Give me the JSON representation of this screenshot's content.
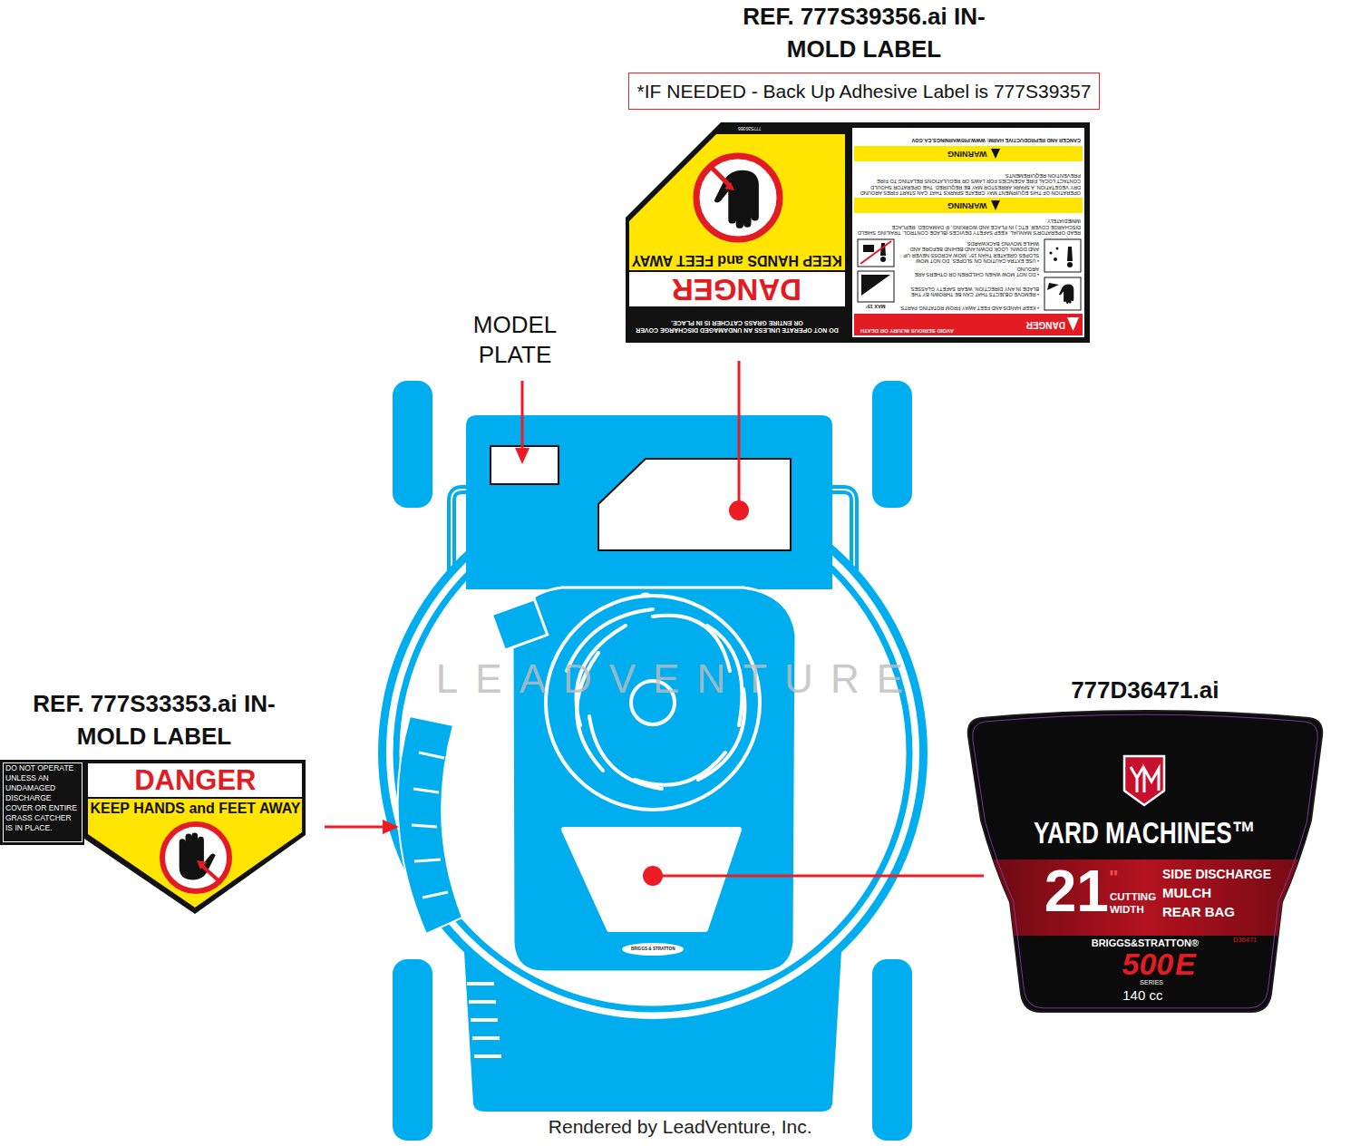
{
  "diagram": {
    "nodes": [
      {
        "text": [
          "REF. 777S39356.ai IN-MOLD LABEL",
          "777S39356",
          "DO NOT OPERATE UNLESS AN UNDAMAGED DISCHARGE COVER OR ENTIRE GRASS CATCHER IS IN PLACE.",
          "DANGER",
          "KEEP HANDS and FEET AWAY",
          "DANGER",
          "AVOID SERIOUS INJURY OR DEATH",
          "• KEEP HANDS AND FEET AWAY FROM ROTATING PARTS.",
          "• REMOVE OBJECTS THAT CAN BE THROWN BY THE BLADE IN ANY DIRECTION. WEAR SAFETY GLASSES.",
          "• DO NOT MOW WHEN CHILDREN OR OTHERS ARE AROUND.",
          "• USE EXTRA CAUTION ON SLOPES. DO NOT MOW SLOPES GREATER THAN 15°. MOW ACROSS NEVER UP AND DOWN. LOOK DOWN AND BEHIND BEFORE AND WHILE MOVING BACKWARDS.",
          "MAX 15°",
          "READ OPERATOR'S MANUAL. KEEP SAFETY DEVICES (BLADE CONTROL, TRAILING SHIELD, DISCHARGE COVER, ETC.) IN PLACE AND WORKING. IF DAMAGED, REPLACE IMMEDIATELY.",
          "WARNING",
          "OPERATION OF THIS EQUIPMENT MAY CREATE SPARKS THAT CAN START FIRES AROUND DRY VEGETATION. A SPARK ARRESTOR MAY BE REQUIRED. THE OPERATOR SHOULD CONTACT LOCAL FIRE AGENCIES FOR LAWS OR REGULATIONS RELATING TO FIRE PREVENTION REQUIREMENTS.",
          "WARNING",
          "CANCER AND REPRODUCTIVE HARM: WWW.P65WARNINGS.CA.GOV"
        ]
      },
      {
        "text": [
          "*IF NEEDED - Back Up Adhesive Label is 777S39357"
        ]
      },
      {
        "text": [
          "REF. 777S33353.ai IN-MOLD LABEL",
          "DO NOT OPERATE UNLESS AN UNDAMAGED DISCHARGE COVER OR ENTIRE GRASS CATCHER IS IN PLACE.",
          "DANGER",
          "KEEP HANDS and FEET AWAY"
        ]
      },
      {
        "text": [
          "777D36471.ai",
          "YARD MACHINES™",
          "21",
          "\"",
          "CUTTING WIDTH",
          "SIDE DISCHARGE",
          "MULCH",
          "REAR BAG",
          "BRIGGS&STRATTON®",
          "D36471",
          "500",
          "E",
          "SERIES",
          "140 cc"
        ]
      }
    ],
    "labels": [
      "MODEL PLATE",
      "LEADVENTURE",
      "BRIGGS & STRATTON",
      "Rendered by LeadVenture, Inc."
    ]
  }
}
